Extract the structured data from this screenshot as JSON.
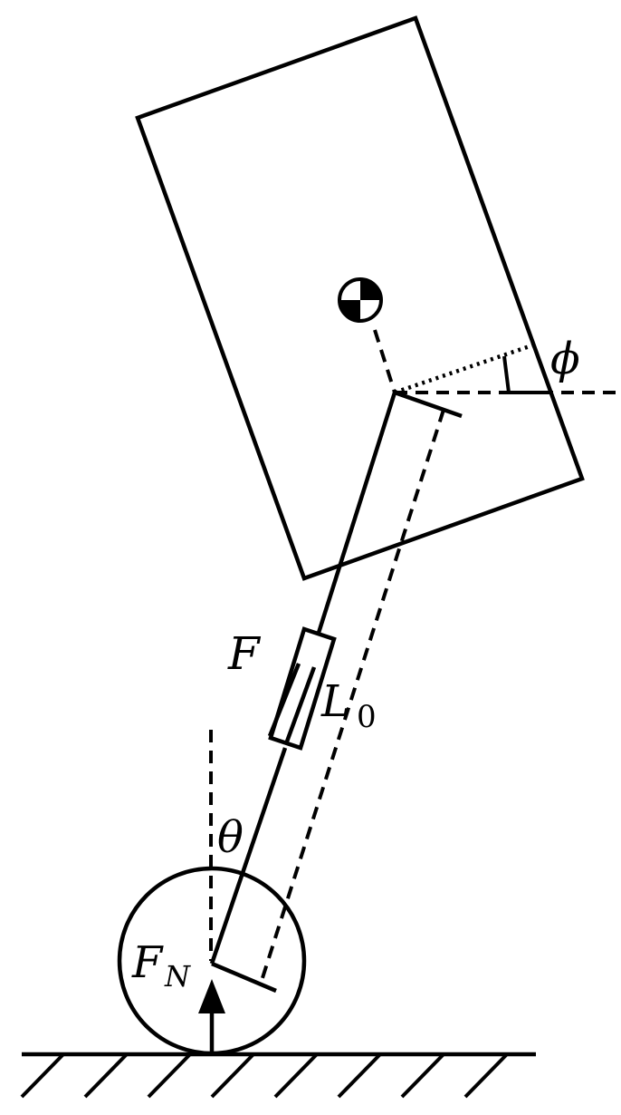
{
  "labels": {
    "force": "F",
    "rest_length_main": "L",
    "rest_length_sub": "0",
    "leg_angle": "θ",
    "normal_force_main": "F",
    "normal_force_sub": "N",
    "body_pitch": "ϕ"
  },
  "symbols": {
    "center_of_mass": "center-of-mass-marker"
  },
  "colors": {
    "ink": "#000000",
    "background": "#ffffff"
  }
}
